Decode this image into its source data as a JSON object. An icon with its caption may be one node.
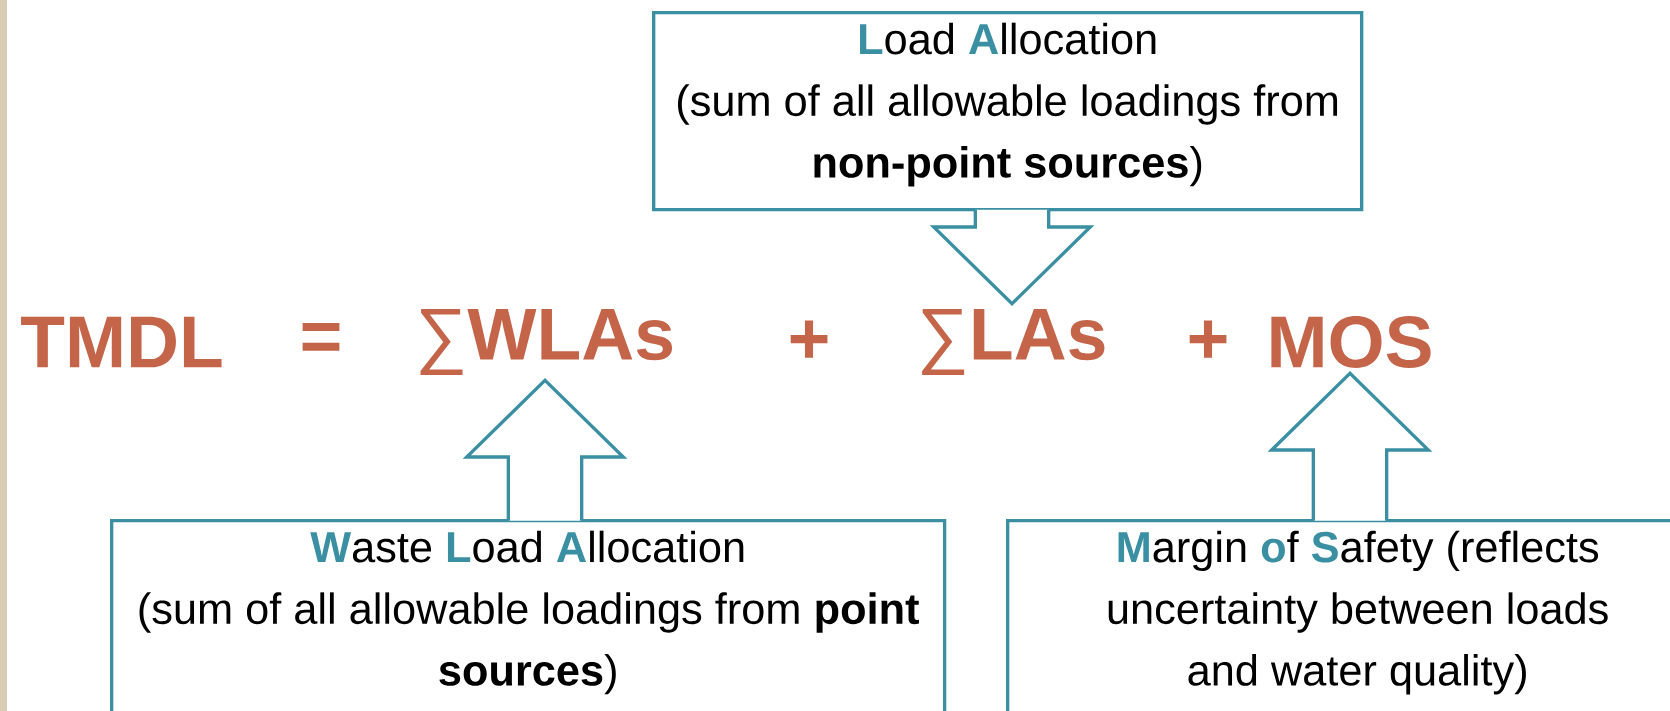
{
  "diagram": {
    "nodes": [
      {
        "text": [
          "**L**oad **A**llocation",
          "(sum of all allowable loadings from **non-point sources**)"
        ]
      },
      {
        "text": [
          "∑**WLAs**"
        ]
      },
      {
        "text": [
          "∑**LAs**"
        ]
      },
      {
        "text": [
          "MOS"
        ]
      },
      {
        "text": [
          "**W**aste **L**oad **A**llocation",
          "(sum of all allowable loadings from **point sources**)"
        ]
      },
      {
        "text": [
          "**M**argin **o**f **S**afety (reflects uncertainty between loads and water quality)"
        ]
      }
    ],
    "edges": [
      {
        "from": 0,
        "to": 2,
        "arrow": "to"
      },
      {
        "from": 4,
        "to": 1,
        "arrow": "to"
      },
      {
        "from": 5,
        "to": 3,
        "arrow": "to"
      }
    ],
    "labels": [
      "TMDL",
      "=",
      "+",
      "+"
    ]
  }
}
